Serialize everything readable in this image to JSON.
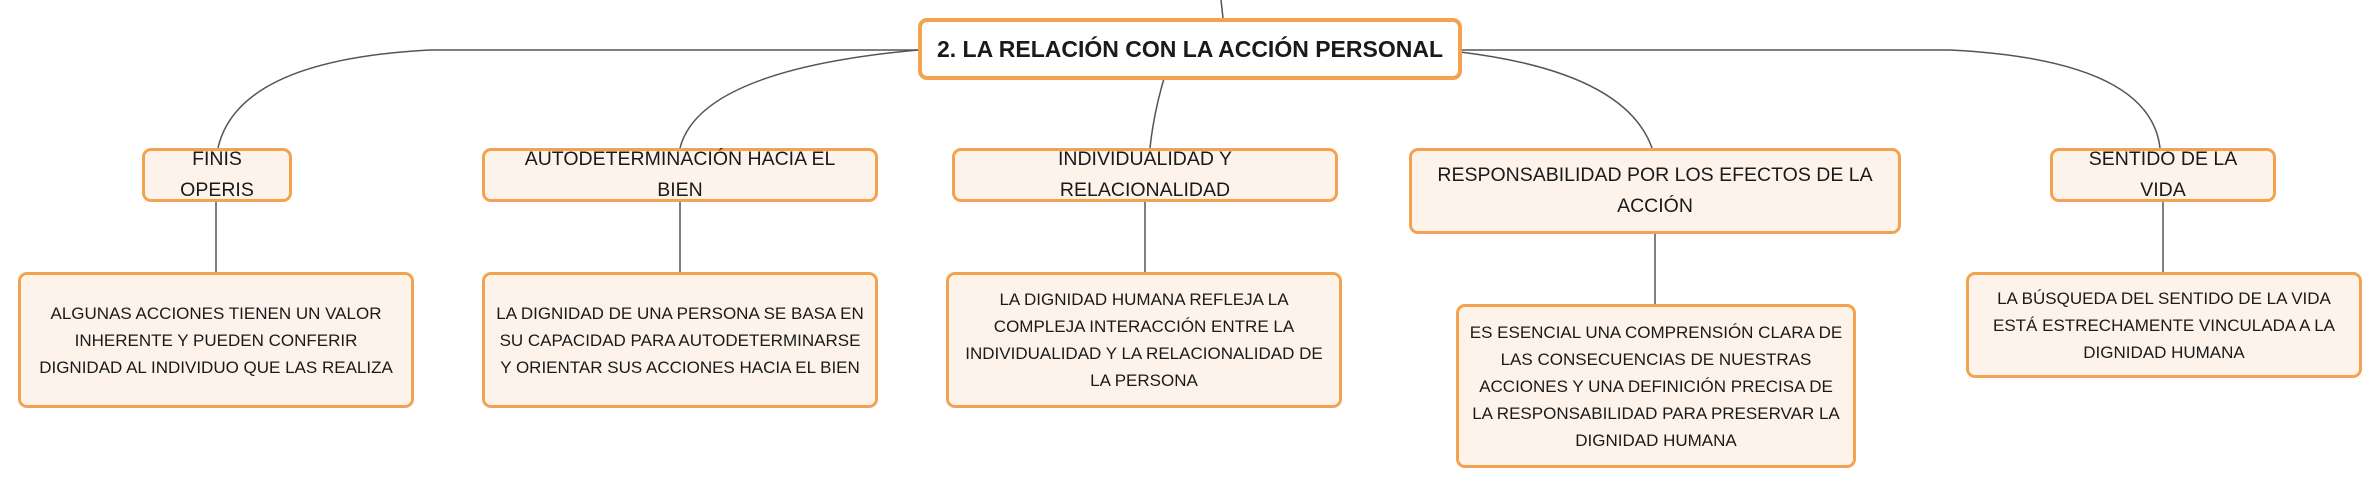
{
  "root": {
    "title": "2. LA RELACIÓN CON LA ACCIÓN PERSONAL"
  },
  "branches": [
    {
      "label": "FINIS OPERIS",
      "detail": "ALGUNAS ACCIONES TIENEN UN VALOR INHERENTE Y PUEDEN CONFERIR DIGNIDAD AL INDIVIDUO QUE LAS REALIZA"
    },
    {
      "label": "AUTODETERMINACIÓN HACIA EL BIEN",
      "detail": "LA DIGNIDAD DE UNA PERSONA SE BASA EN SU CAPACIDAD PARA AUTODETERMINARSE Y ORIENTAR SUS ACCIONES HACIA EL BIEN"
    },
    {
      "label": "INDIVIDUALIDAD Y RELACIONALIDAD",
      "detail": "LA DIGNIDAD HUMANA REFLEJA LA COMPLEJA INTERACCIÓN ENTRE LA INDIVIDUALIDAD Y LA RELACIONALIDAD DE LA PERSONA"
    },
    {
      "label": "RESPONSABILIDAD POR LOS EFECTOS DE LA ACCIÓN",
      "detail": "ES ESENCIAL UNA COMPRENSIÓN CLARA DE LAS CONSECUENCIAS DE NUESTRAS ACCIONES Y UNA DEFINICIÓN PRECISA DE LA RESPONSABILIDAD PARA PRESERVAR LA DIGNIDAD HUMANA"
    },
    {
      "label": "SENTIDO DE LA VIDA",
      "detail": "LA BÚSQUEDA DEL SENTIDO DE LA VIDA ESTÁ ESTRECHAMENTE VINCULADA A LA DIGNIDAD HUMANA"
    }
  ],
  "colors": {
    "border": "#f3a250",
    "fill": "#fdf3ea",
    "line": "#555555"
  }
}
